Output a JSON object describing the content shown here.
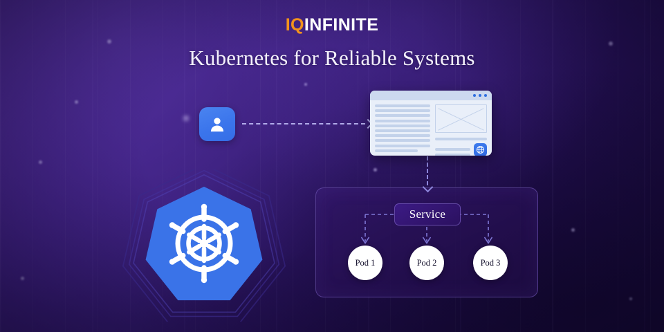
{
  "brand": {
    "logo_prefix": "IQ",
    "logo_suffix": "INFINITE",
    "logo_prefix_color": "#f2921d",
    "logo_suffix_color": "#ffffff"
  },
  "header": {
    "title": "Kubernetes for Reliable Systems"
  },
  "diagram": {
    "user_icon": "user-person-icon",
    "browser": {
      "window_dots": 3,
      "globe_icon": "globe-icon"
    },
    "kubernetes_logo": "kubernetes-helm-wheel-icon",
    "service": {
      "label": "Service"
    },
    "pods": [
      {
        "label": "Pod 1"
      },
      {
        "label": "Pod 2"
      },
      {
        "label": "Pod 3"
      }
    ],
    "connectors": [
      {
        "name": "user-to-browser",
        "style": "dashed-arrow-right"
      },
      {
        "name": "browser-to-cluster",
        "style": "dashed-arrow-down"
      },
      {
        "name": "service-to-pod-1",
        "style": "dashed-arrow-down"
      },
      {
        "name": "service-to-pod-2",
        "style": "dashed-arrow-down"
      },
      {
        "name": "service-to-pod-3",
        "style": "dashed-arrow-down"
      }
    ]
  },
  "theme": {
    "background_top_left": "#4a2590",
    "background_bottom_right": "#1a0a3e",
    "accent_blue": "#3b75ec",
    "accent_orange": "#f2921d",
    "dashed_line": "#b9b4f0",
    "pod_fill": "#ffffff",
    "text_light": "#f4f1fb"
  }
}
